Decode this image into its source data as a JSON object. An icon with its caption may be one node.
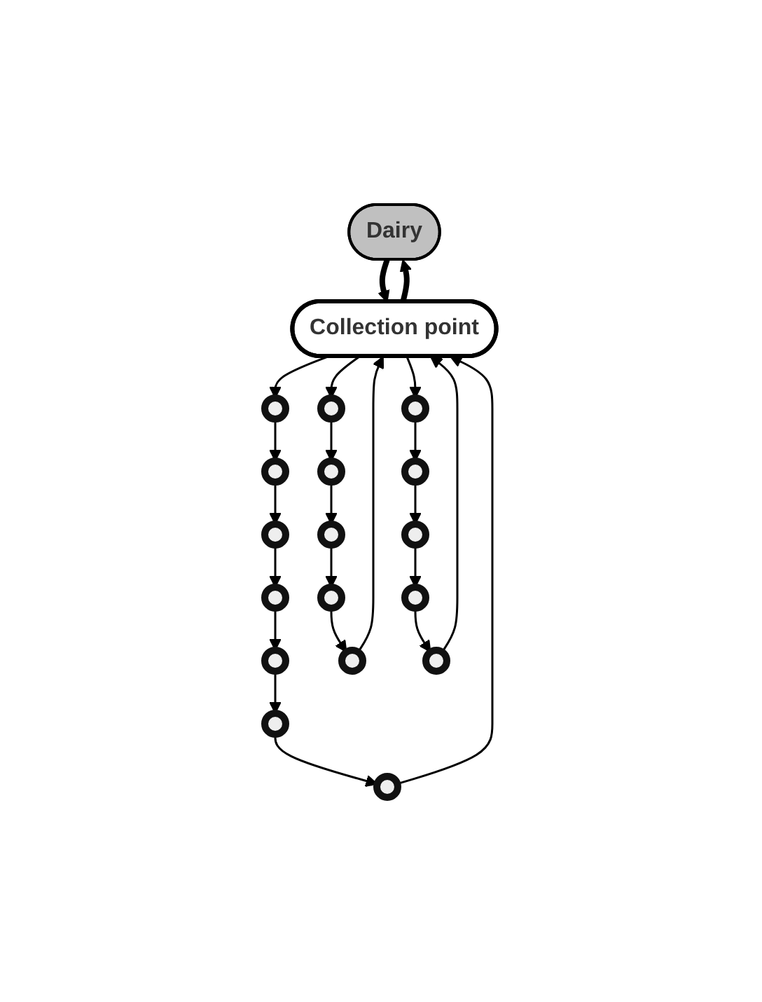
{
  "diagram": {
    "nodes": [
      {
        "text": [
          "Dairy"
        ]
      },
      {
        "text": [
          "Collection point"
        ]
      },
      {
        "text": [],
        "shape": "circle"
      },
      {
        "text": [],
        "shape": "circle"
      },
      {
        "text": [],
        "shape": "circle"
      },
      {
        "text": [],
        "shape": "circle"
      },
      {
        "text": [],
        "shape": "circle"
      },
      {
        "text": [],
        "shape": "circle"
      },
      {
        "text": [],
        "shape": "circle"
      },
      {
        "text": [],
        "shape": "circle"
      },
      {
        "text": [],
        "shape": "circle"
      },
      {
        "text": [],
        "shape": "circle"
      },
      {
        "text": [],
        "shape": "circle"
      },
      {
        "text": [],
        "shape": "circle"
      },
      {
        "text": [],
        "shape": "circle"
      },
      {
        "text": [],
        "shape": "circle"
      },
      {
        "text": [],
        "shape": "circle"
      },
      {
        "text": [],
        "shape": "circle"
      },
      {
        "text": [],
        "shape": "circle"
      }
    ],
    "edges": [
      {
        "from": 1,
        "to": 0,
        "arrow": "to",
        "style": "thick"
      },
      {
        "from": 0,
        "to": 1,
        "arrow": "to",
        "style": "thick"
      },
      {
        "from": 1,
        "to": 2,
        "arrow": "to"
      },
      {
        "from": 2,
        "to": 3,
        "arrow": "to"
      },
      {
        "from": 3,
        "to": 4,
        "arrow": "to"
      },
      {
        "from": 4,
        "to": 5,
        "arrow": "to"
      },
      {
        "from": 5,
        "to": 6,
        "arrow": "to"
      },
      {
        "from": 6,
        "to": 7,
        "arrow": "to"
      },
      {
        "from": 7,
        "to": 8,
        "arrow": "to"
      },
      {
        "from": 8,
        "to": 1,
        "arrow": "to"
      },
      {
        "from": 1,
        "to": 9,
        "arrow": "to"
      },
      {
        "from": 9,
        "to": 10,
        "arrow": "to"
      },
      {
        "from": 10,
        "to": 11,
        "arrow": "to"
      },
      {
        "from": 11,
        "to": 12,
        "arrow": "to"
      },
      {
        "from": 12,
        "to": 13,
        "arrow": "to"
      },
      {
        "from": 13,
        "to": 1,
        "arrow": "to"
      },
      {
        "from": 1,
        "to": 14,
        "arrow": "to"
      },
      {
        "from": 14,
        "to": 15,
        "arrow": "to"
      },
      {
        "from": 15,
        "to": 16,
        "arrow": "to"
      },
      {
        "from": 16,
        "to": 17,
        "arrow": "to"
      },
      {
        "from": 17,
        "to": 18,
        "arrow": "to"
      },
      {
        "from": 18,
        "to": 1,
        "arrow": "to"
      }
    ]
  }
}
